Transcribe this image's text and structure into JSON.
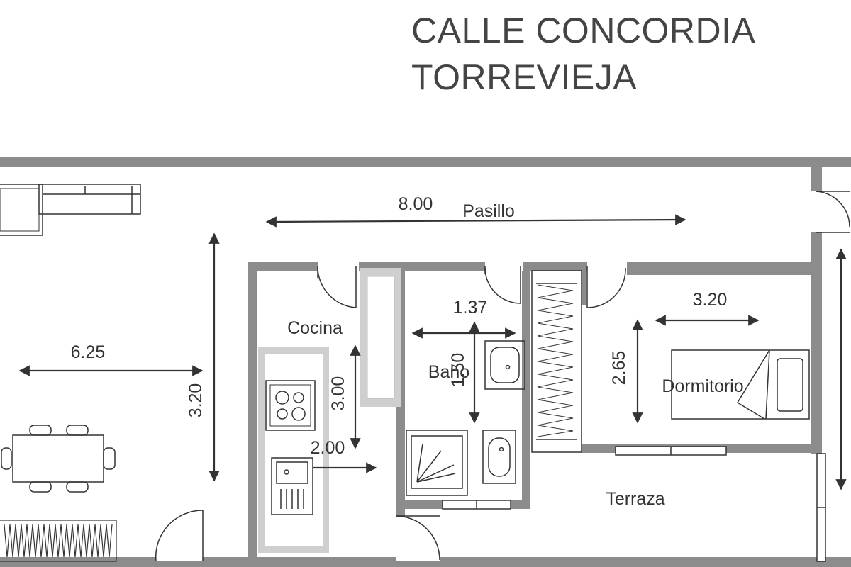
{
  "header": {
    "street": "CALLE CONCORDIA",
    "city": "TORREVIEJA"
  },
  "rooms": {
    "pasillo": "Pasillo",
    "cocina": "Cocina",
    "bano": "Baño",
    "dormitorio": "Dormitorio",
    "terraza": "Terraza"
  },
  "dimensions": {
    "pasillo_length": "8.00",
    "salon_width": "6.25",
    "salon_depth": "3.20",
    "cocina_length": "3.00",
    "cocina_counter": "2.00",
    "bano_width": "1.37",
    "bano_depth": "1.50",
    "dormitorio_width": "3.20",
    "dormitorio_depth": "2.65"
  },
  "colors": {
    "wall": "#8c8c8c",
    "inner_wall": "#a6a6a6",
    "light_wall": "#cccccc",
    "line": "#333333",
    "text": "#444444"
  }
}
